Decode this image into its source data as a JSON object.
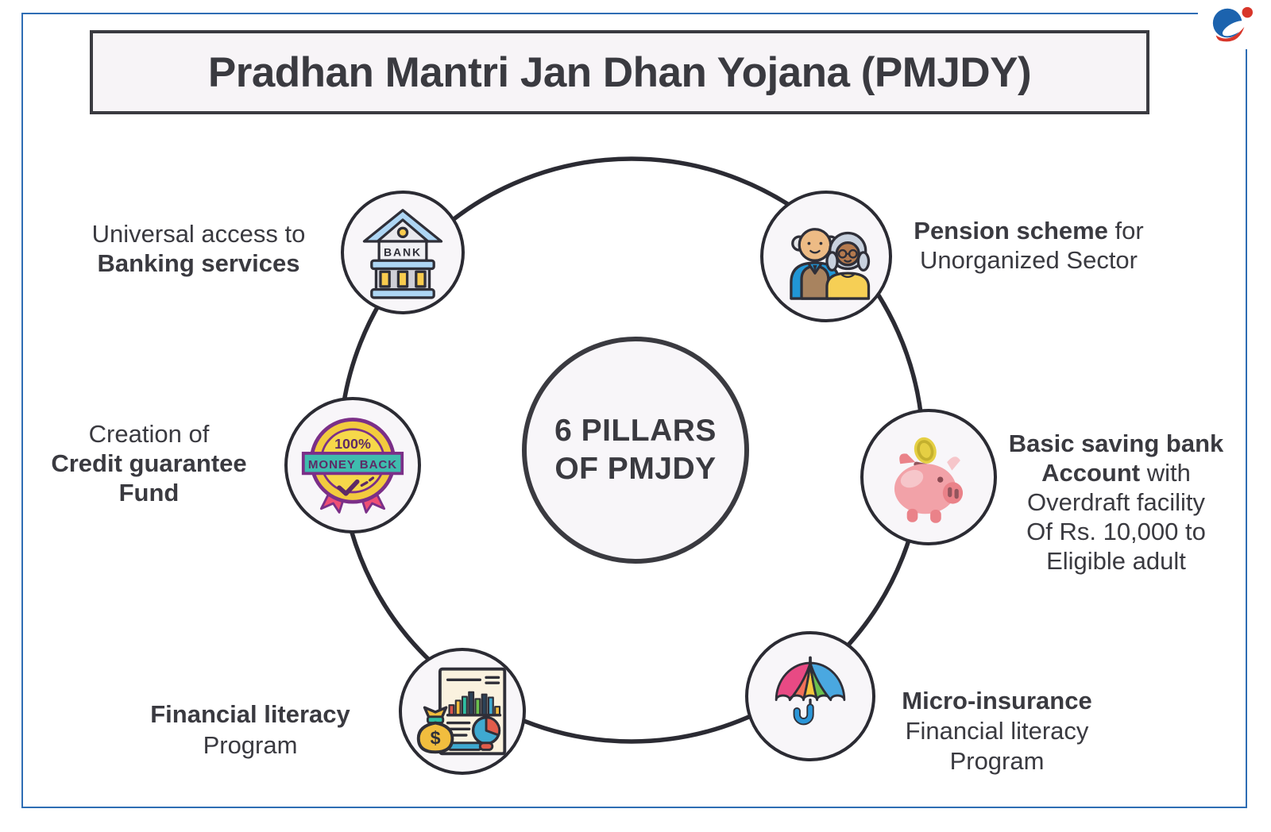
{
  "title": "Pradhan Mantri Jan Dhan Yojana (PMJDY)",
  "center": {
    "line1": "6 PILLARS",
    "line2": "OF PMJDY"
  },
  "pillars": {
    "banking": {
      "icon": "bank-building-icon",
      "icon_text": "BANK",
      "line1": "Universal access to",
      "line2": "Banking services"
    },
    "pension": {
      "icon": "elderly-couple-icon",
      "line1_bold": "Pension scheme",
      "line1_rest": " for",
      "line2": "Unorganized Sector"
    },
    "credit": {
      "icon": "money-back-badge-icon",
      "badge_percent": "100%",
      "badge_banner": "MONEY BACK",
      "line1": "Creation of",
      "line2": "Credit guarantee",
      "line3": "Fund"
    },
    "savings": {
      "icon": "piggy-bank-icon",
      "line1": "Basic saving bank",
      "line2_bold": "Account",
      "line2_rest": " with",
      "line3": "Overdraft facility",
      "line4": "Of Rs. 10,000 to",
      "line5": "Eligible adult"
    },
    "literacy": {
      "icon": "financial-report-icon",
      "icon_text": "$",
      "line1": "Financial literacy",
      "line2": "Program"
    },
    "insurance": {
      "icon": "umbrella-icon",
      "line1": "Micro-insurance",
      "line2": "Financial literacy",
      "line3": "Program"
    }
  },
  "brand": {
    "icon": "globe-swoosh-logo"
  },
  "colors": {
    "page_border": "#2e6db4",
    "ink": "#3a3a40",
    "outline": "#2f2f38",
    "panel_bg": "#f7f4f7",
    "ring": "#2b2b33",
    "brand_blue": "#1c63ae",
    "brand_red": "#d8362a",
    "badge_purple": "#7b2f88",
    "badge_teal": "#3fbcae",
    "badge_gold": "#f2cb3e"
  }
}
